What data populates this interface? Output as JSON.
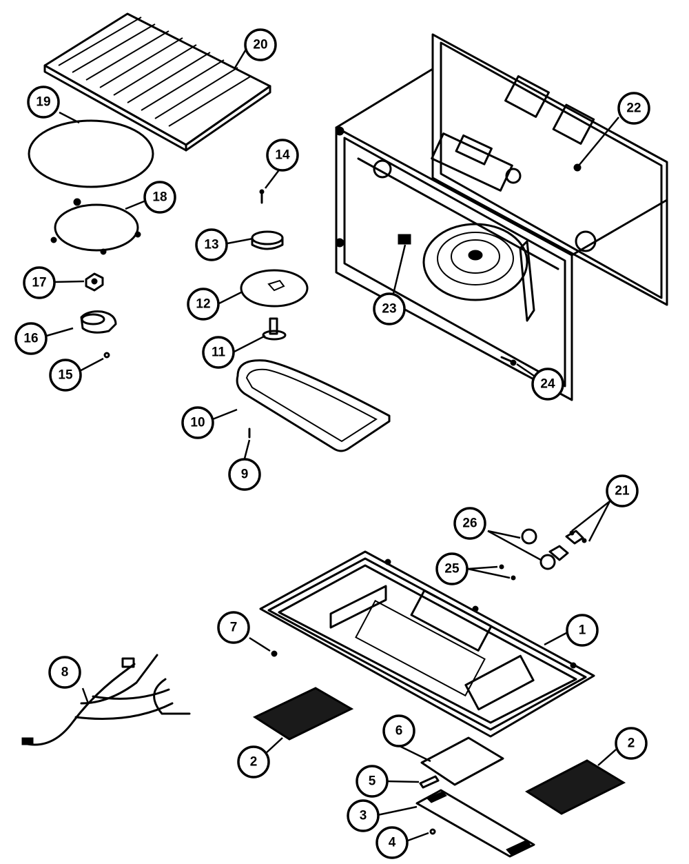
{
  "callouts": [
    {
      "id": "c1",
      "label": "1"
    },
    {
      "id": "c2a",
      "label": "2"
    },
    {
      "id": "c2b",
      "label": "2"
    },
    {
      "id": "c3",
      "label": "3"
    },
    {
      "id": "c4",
      "label": "4"
    },
    {
      "id": "c5",
      "label": "5"
    },
    {
      "id": "c6",
      "label": "6"
    },
    {
      "id": "c7",
      "label": "7"
    },
    {
      "id": "c8",
      "label": "8"
    },
    {
      "id": "c9",
      "label": "9"
    },
    {
      "id": "c10",
      "label": "10"
    },
    {
      "id": "c11",
      "label": "11"
    },
    {
      "id": "c12",
      "label": "12"
    },
    {
      "id": "c13",
      "label": "13"
    },
    {
      "id": "c14",
      "label": "14"
    },
    {
      "id": "c15",
      "label": "15"
    },
    {
      "id": "c16",
      "label": "16"
    },
    {
      "id": "c17",
      "label": "17"
    },
    {
      "id": "c18",
      "label": "18"
    },
    {
      "id": "c19",
      "label": "19"
    },
    {
      "id": "c20",
      "label": "20"
    },
    {
      "id": "c21",
      "label": "21"
    },
    {
      "id": "c22",
      "label": "22"
    },
    {
      "id": "c23",
      "label": "23"
    },
    {
      "id": "c24",
      "label": "24"
    },
    {
      "id": "c25",
      "label": "25"
    },
    {
      "id": "c26",
      "label": "26"
    }
  ]
}
